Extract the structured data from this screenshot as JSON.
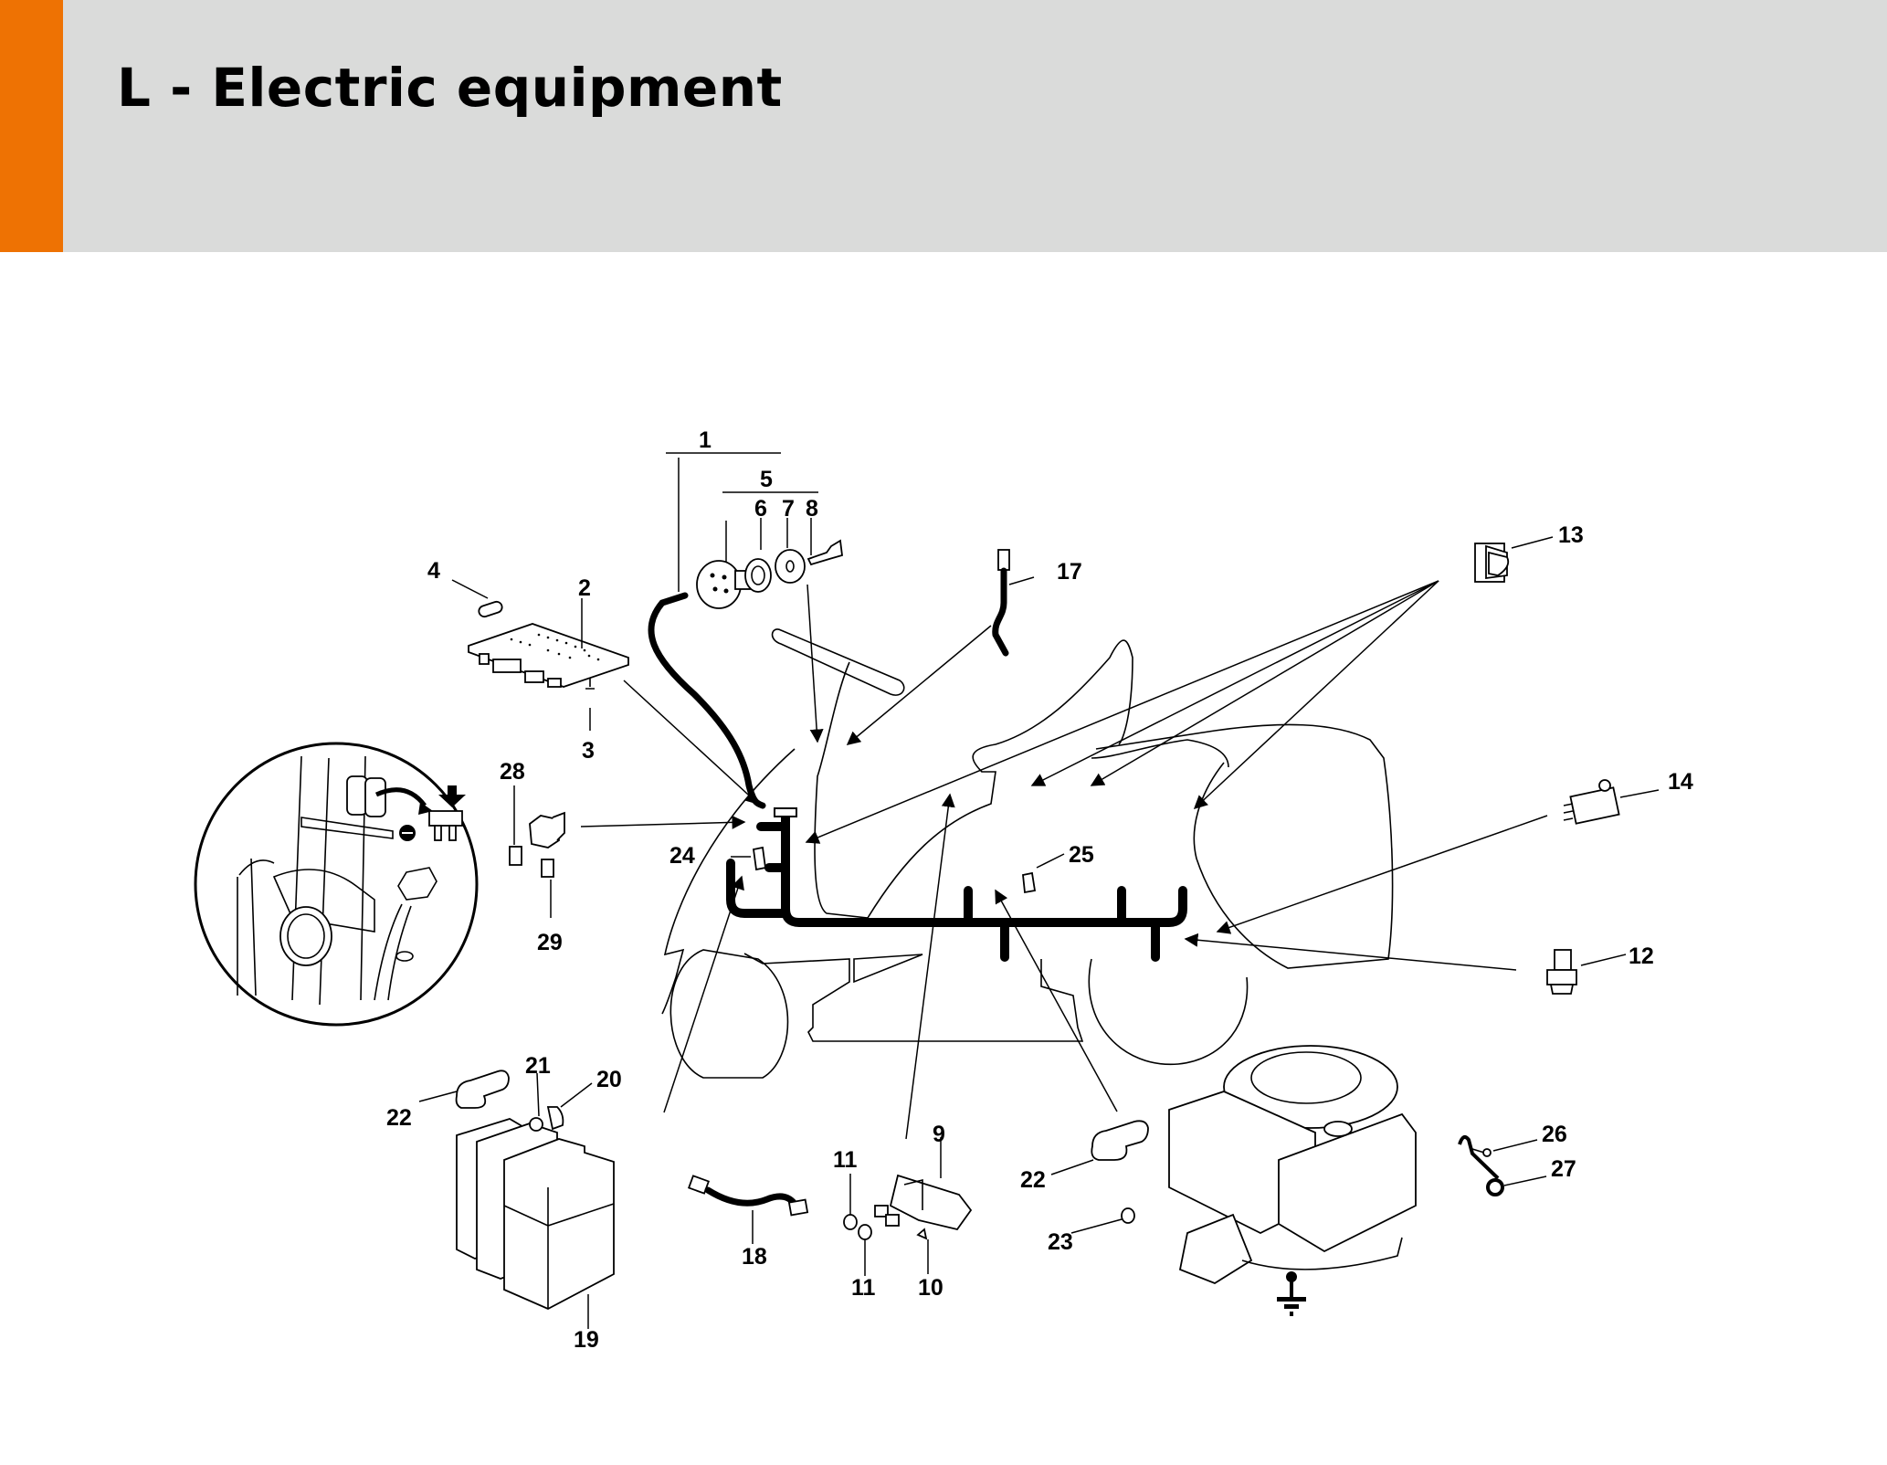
{
  "header": {
    "title": "L - Electric equipment",
    "accent_color": "#ee7203",
    "background_color": "#dadbda"
  },
  "diagram": {
    "callouts": {
      "p1": "1",
      "p2": "2",
      "p3": "3",
      "p4": "4",
      "p5": "5",
      "p6": "6",
      "p7": "7",
      "p8": "8",
      "p9": "9",
      "p10": "10",
      "p11a": "11",
      "p11b": "11",
      "p12": "12",
      "p13": "13",
      "p14": "14",
      "p17": "17",
      "p18": "18",
      "p19": "19",
      "p20": "20",
      "p21": "21",
      "p22a": "22",
      "p22b": "22",
      "p23": "23",
      "p24": "24",
      "p25": "25",
      "p26": "26",
      "p27": "27",
      "p28": "28",
      "p29": "29"
    }
  }
}
